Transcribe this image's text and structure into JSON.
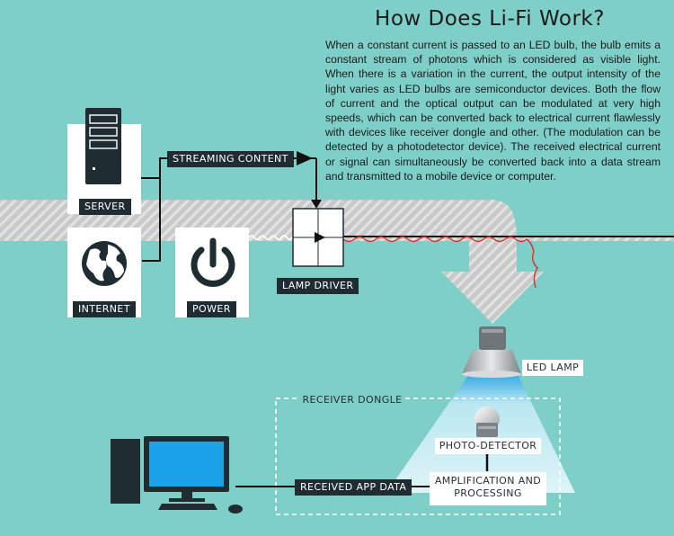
{
  "header": {
    "title": "How Does Li-Fi Work?",
    "description": "When a constant current is passed to an LED bulb, the bulb emits a constant stream of photons which is considered as visible light. When there is a variation in the current, the output intensity of the light varies as LED bulbs are semiconductor devices. Both the flow of current and the optical output can be modulated at very high speeds, which can be converted back to electrical current flawlessly with devices like receiver dongle and other. (The modulation can be detected by a photodetector device). The received electrical current or signal can simultaneously be converted back into a data stream and transmitted to a mobile device or computer."
  },
  "labels": {
    "server": "SERVER",
    "internet": "INTERNET",
    "power": "POWER",
    "streaming_content": "STREAMING CONTENT",
    "lamp_driver": "LAMP DRIVER",
    "led_lamp": "LED LAMP",
    "receiver_dongle": "RECEIVER DONGLE",
    "photo_detector": "PHOTO-DETECTOR",
    "amplification_line1": "AMPLIFICATION AND",
    "amplification_line2": "PROCESSING",
    "received_app_data": "RECEIVED APP DATA"
  },
  "colors": {
    "background": "#7ecfc8",
    "dark_label": "#1f2d33",
    "light_cone": "#bfe9f5",
    "monitor_screen": "#1aa3e8",
    "signal_wire": "#d8312a"
  },
  "icons": {
    "server": "server-tower-icon",
    "internet": "globe-icon",
    "power": "power-icon",
    "lamp": "led-lamp-icon",
    "detector": "photo-detector-icon",
    "computer": "desktop-computer-icon"
  }
}
